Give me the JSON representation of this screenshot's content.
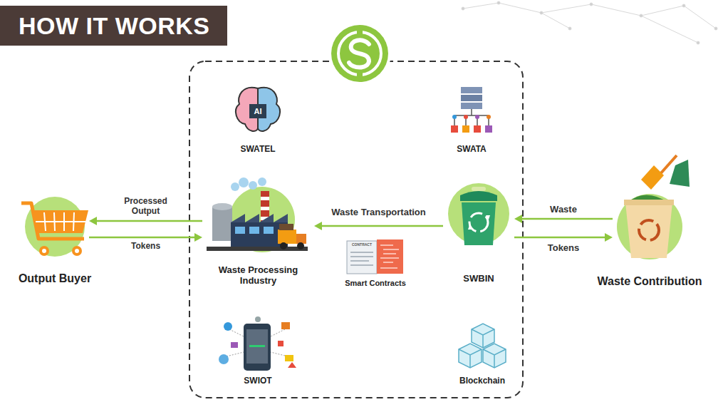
{
  "diagram": {
    "title": "HOW IT WORKS",
    "nodes": [
      {
        "text": [
          "Output Buyer"
        ]
      },
      {
        "text": [
          "Waste Processing Industry"
        ]
      },
      {
        "text": [
          "SWBIN"
        ]
      },
      {
        "text": [
          "Waste Contribution"
        ]
      }
    ],
    "edges": [
      {
        "from": 1,
        "to": 0,
        "label": "Processed Output",
        "arrow": "to"
      },
      {
        "from": 0,
        "to": 1,
        "label": "Tokens",
        "arrow": "to"
      },
      {
        "from": 2,
        "to": 1,
        "label": "Waste Transportation",
        "arrow": "to"
      },
      {
        "from": 3,
        "to": 2,
        "label": "Waste",
        "arrow": "to"
      },
      {
        "from": 2,
        "to": 3,
        "label": "Tokens",
        "arrow": "to"
      }
    ],
    "labels": [
      "SWATEL",
      "AI",
      "SWATA",
      "CONTRACT",
      "Smart Contracts",
      "SWIOT",
      "Blockchain"
    ]
  }
}
